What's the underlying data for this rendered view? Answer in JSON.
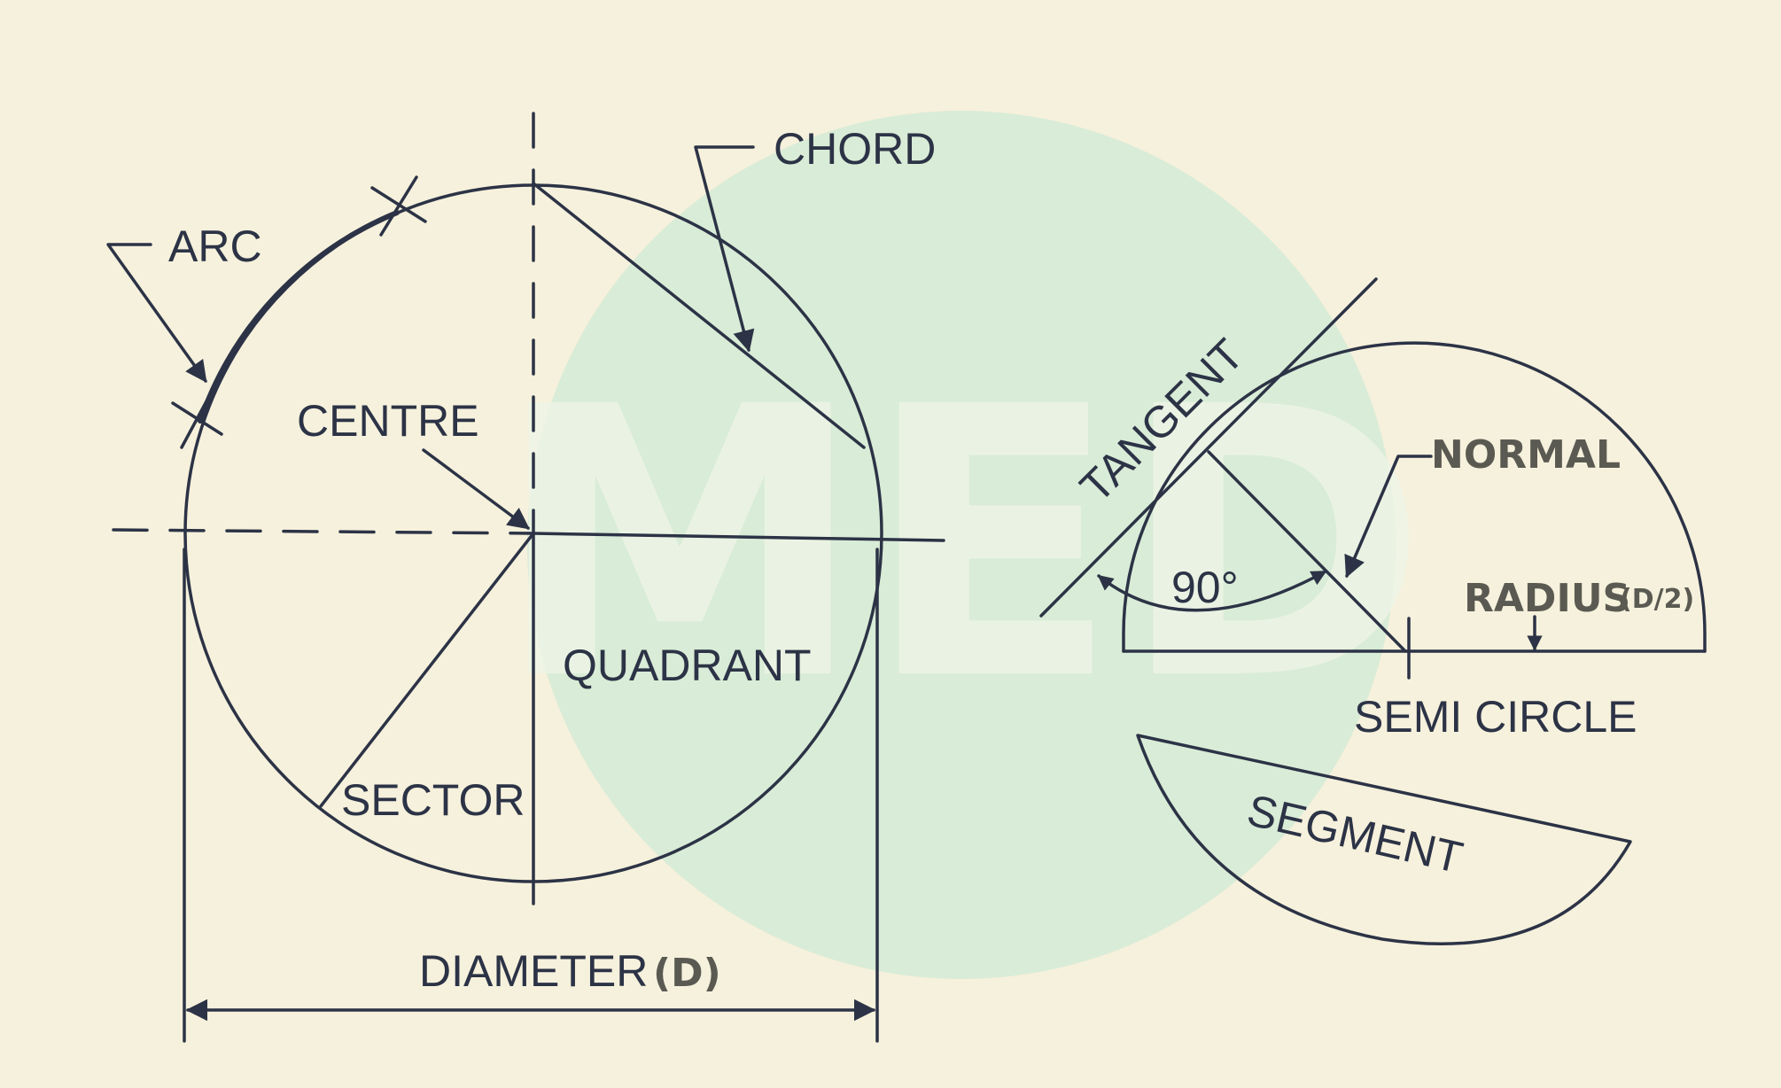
{
  "watermark": {
    "text": "MED",
    "circle_color": "#cfe9d6",
    "text_color": "#eef5e6"
  },
  "colors": {
    "ink": "#2c3346",
    "accent_label": "#5a5a52",
    "paper": "#f6f1dc"
  },
  "labels": {
    "arc": "ARC",
    "chord": "CHORD",
    "centre": "CENTRE",
    "quadrant": "QUADRANT",
    "sector": "SECTOR",
    "diameter": "DIAMETER",
    "diameter_symbol": "(D)",
    "tangent": "TANGENT",
    "normal": "NORMAL",
    "angle": "90°",
    "radius": "RADIUS",
    "radius_symbol": "(D/2)",
    "semi_circle": "SEMI CIRCLE",
    "segment": "SEGMENT"
  }
}
